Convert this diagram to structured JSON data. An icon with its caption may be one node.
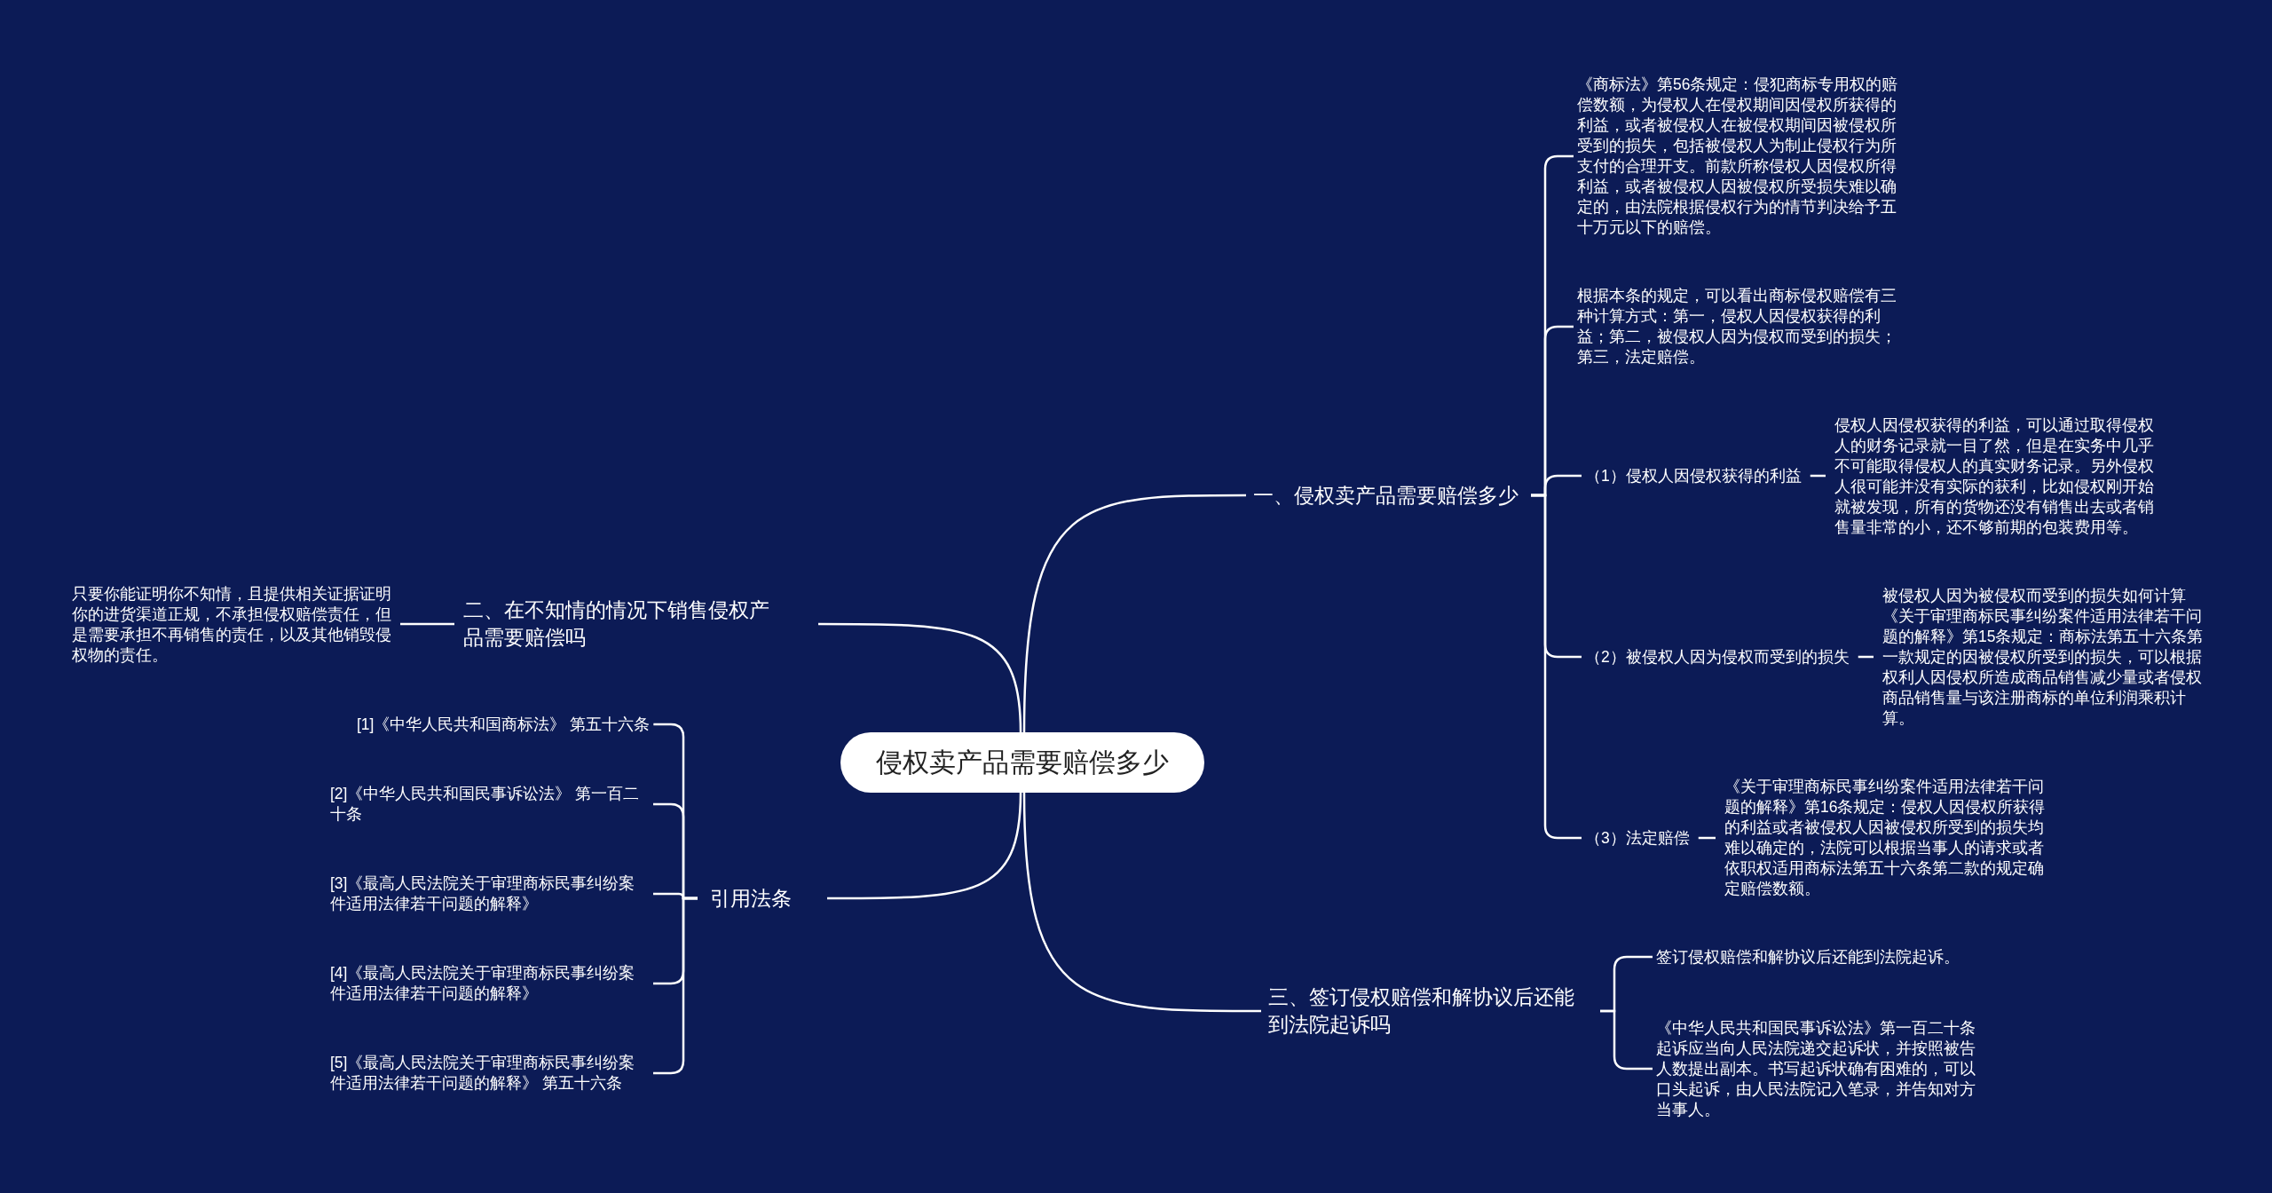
{
  "diagram": {
    "nodes": [
      {
        "text": [
          "侵权卖产品需要赔偿多少"
        ]
      },
      {
        "text": [
          "一、侵权卖产品需要赔偿多少"
        ]
      },
      {
        "text": [
          "《商标法》第56条规定：侵犯商标专用权的赔偿数额，为侵权人在侵权期间因侵权所获得的利益，或者被侵权人在被侵权期间因被侵权所受到的损失，包括被侵权人为制止侵权行为所支付的合理开支。前款所称侵权人因侵权所得利益，或者被侵权人因被侵权所受损失难以确定的，由法院根据侵权行为的情节判决给予五十万元以下的赔偿。"
        ]
      },
      {
        "text": [
          "根据本条的规定，可以看出商标侵权赔偿有三种计算方式：第一，侵权人因侵权获得的利益；第二，被侵权人因为侵权而受到的损失；第三，法定赔偿。"
        ]
      },
      {
        "text": [
          "（1）侵权人因侵权获得的利益"
        ]
      },
      {
        "text": [
          "侵权人因侵权获得的利益，可以通过取得侵权人的财务记录就一目了然，但是在实务中几乎不可能取得侵权人的真实财务记录。另外侵权人很可能并没有实际的获利，比如侵权刚开始就被发现，所有的货物还没有销售出去或者销售量非常的小，还不够前期的包装费用等。"
        ]
      },
      {
        "text": [
          "（2）被侵权人因为侵权而受到的损失"
        ]
      },
      {
        "text": [
          "被侵权人因为被侵权而受到的损失如何计算《关于审理商标民事纠纷案件适用法律若干问题的解释》第15条规定：商标法第五十六条第一款规定的因被侵权所受到的损失，可以根据权利人因侵权所造成商品销售减少量或者侵权商品销售量与该注册商标的单位利润乘积计算。"
        ]
      },
      {
        "text": [
          "（3）法定赔偿"
        ]
      },
      {
        "text": [
          "《关于审理商标民事纠纷案件适用法律若干问题的解释》第16条规定：侵权人因侵权所获得的利益或者被侵权人因被侵权所受到的损失均难以确定的，法院可以根据当事人的请求或者依职权适用商标法第五十六条第二款的规定确定赔偿数额。"
        ]
      },
      {
        "text": [
          "二、在不知情的情况下销售侵权产品需要赔偿吗"
        ]
      },
      {
        "text": [
          "只要你能证明你不知情，且提供相关证据证明你的进货渠道正规，不承担侵权赔偿责任，但是需要承担不再销售的责任，以及其他销毁侵权物的责任。"
        ]
      },
      {
        "text": [
          "引用法条"
        ]
      },
      {
        "text": [
          "[1]《中华人民共和国商标法》 第五十六条"
        ]
      },
      {
        "text": [
          "[2]《中华人民共和国民事诉讼法》 第一百二十条"
        ]
      },
      {
        "text": [
          "[3]《最高人民法院关于审理商标民事纠纷案件适用法律若干问题的解释》"
        ]
      },
      {
        "text": [
          "[4]《最高人民法院关于审理商标民事纠纷案件适用法律若干问题的解释》"
        ]
      },
      {
        "text": [
          "[5]《最高人民法院关于审理商标民事纠纷案件适用法律若干问题的解释》 第五十六条"
        ]
      },
      {
        "text": [
          "三、签订侵权赔偿和解协议后还能到法院起诉吗"
        ]
      },
      {
        "text": [
          "签订侵权赔偿和解协议后还能到法院起诉。"
        ]
      },
      {
        "text": [
          "《中华人民共和国民事诉讼法》第一百二十条起诉应当向人民法院递交起诉状，并按照被告人数提出副本。书写起诉状确有困难的，可以口头起诉，由人民法院记入笔录，并告知对方当事人。"
        ]
      }
    ],
    "edges": [
      {
        "from": 0,
        "to": 1,
        "arrow": "none"
      },
      {
        "from": 1,
        "to": 2,
        "arrow": "none"
      },
      {
        "from": 1,
        "to": 3,
        "arrow": "none"
      },
      {
        "from": 1,
        "to": 4,
        "arrow": "none"
      },
      {
        "from": 4,
        "to": 5,
        "arrow": "none"
      },
      {
        "from": 1,
        "to": 6,
        "arrow": "none"
      },
      {
        "from": 6,
        "to": 7,
        "arrow": "none"
      },
      {
        "from": 1,
        "to": 8,
        "arrow": "none"
      },
      {
        "from": 8,
        "to": 9,
        "arrow": "none"
      },
      {
        "from": 0,
        "to": 10,
        "arrow": "none"
      },
      {
        "from": 10,
        "to": 11,
        "arrow": "none"
      },
      {
        "from": 0,
        "to": 12,
        "arrow": "none"
      },
      {
        "from": 12,
        "to": 13,
        "arrow": "none"
      },
      {
        "from": 12,
        "to": 14,
        "arrow": "none"
      },
      {
        "from": 12,
        "to": 15,
        "arrow": "none"
      },
      {
        "from": 12,
        "to": 16,
        "arrow": "none"
      },
      {
        "from": 12,
        "to": 17,
        "arrow": "none"
      },
      {
        "from": 0,
        "to": 18,
        "arrow": "none"
      },
      {
        "from": 18,
        "to": 19,
        "arrow": "none"
      },
      {
        "from": 18,
        "to": 20,
        "arrow": "none"
      }
    ]
  }
}
